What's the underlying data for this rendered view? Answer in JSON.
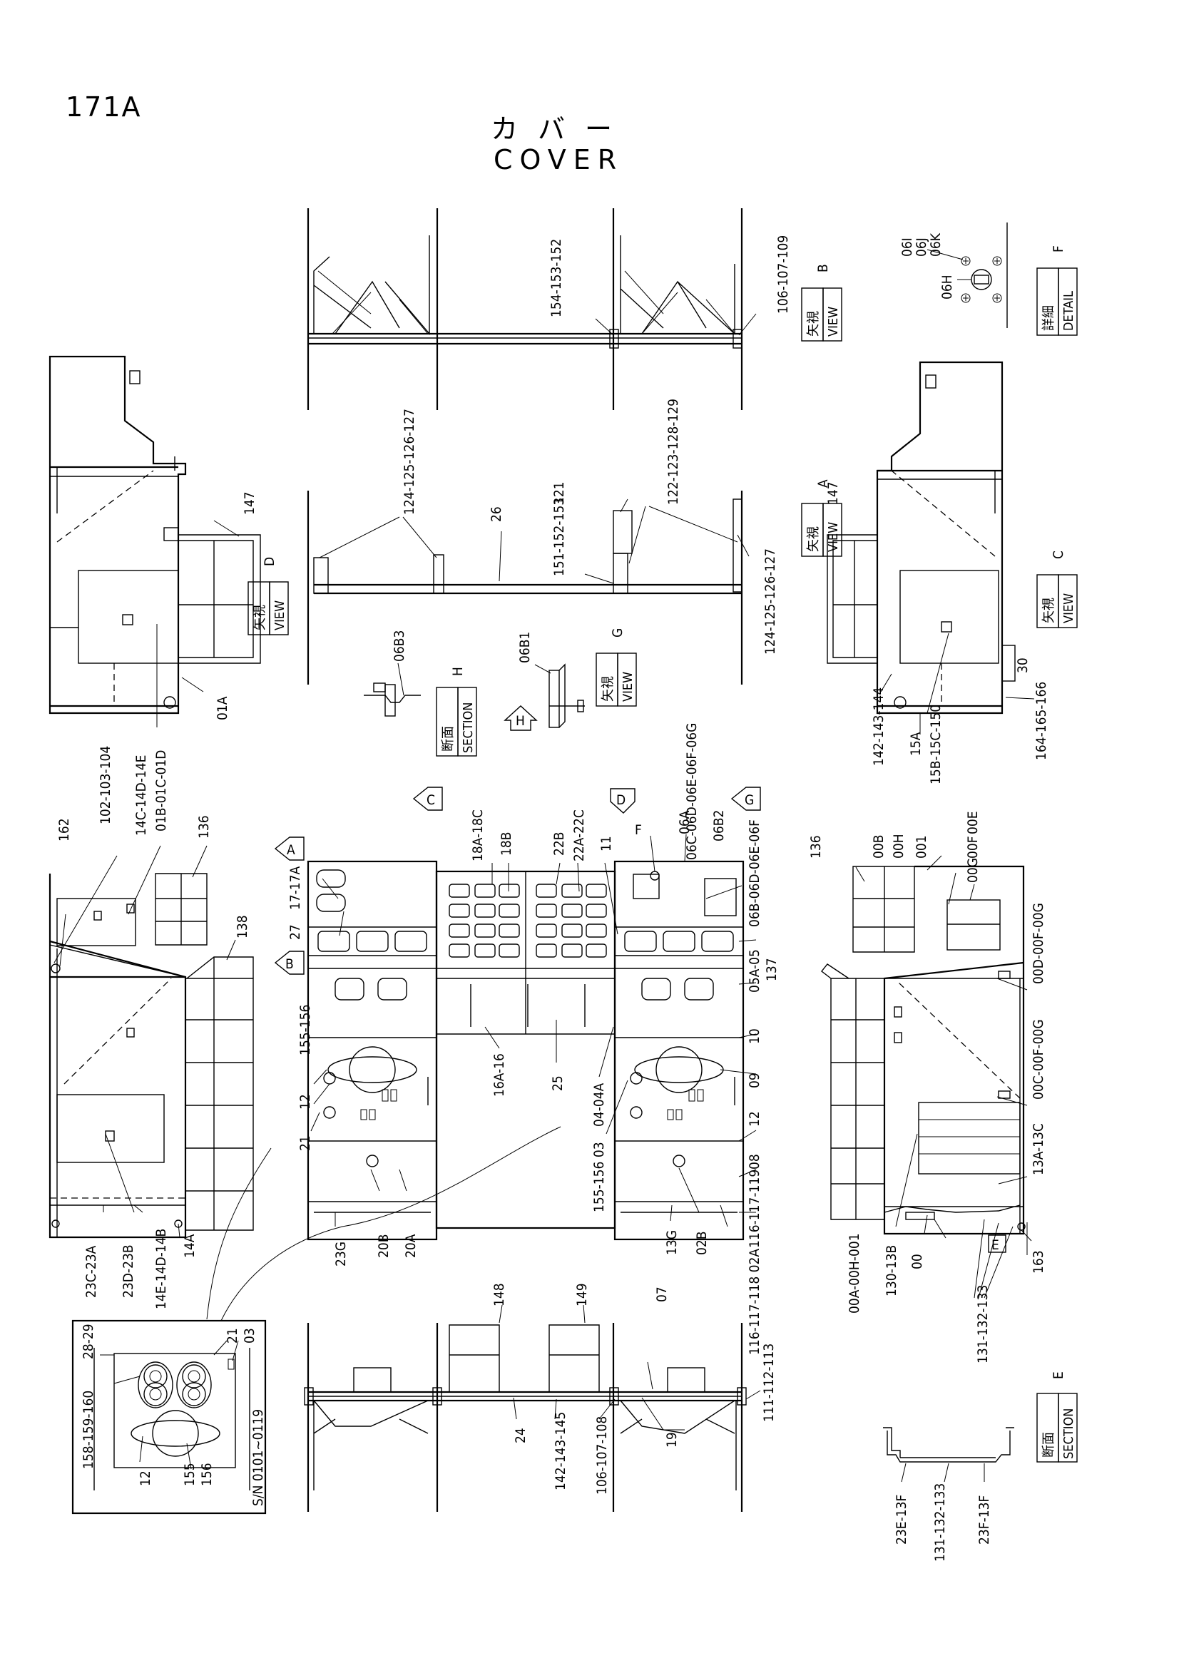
{
  "header": {
    "page_number": "171A",
    "title_jp": "カバー",
    "title_en": "COVER"
  },
  "views": {
    "view_a": {
      "jp": "矢視",
      "en": "VIEW",
      "letter": "A"
    },
    "view_b": {
      "jp": "矢視",
      "en": "VIEW",
      "letter": "B"
    },
    "view_c": {
      "jp": "矢視",
      "en": "VIEW",
      "letter": "C"
    },
    "view_d": {
      "jp": "矢視",
      "en": "VIEW",
      "letter": "D"
    },
    "view_g": {
      "jp": "矢視",
      "en": "VIEW",
      "letter": "G"
    },
    "section_h": {
      "jp": "断面",
      "en": "SECTION",
      "letter": "H"
    },
    "section_e": {
      "jp": "断面",
      "en": "SECTION",
      "letter": "E"
    },
    "detail_f": {
      "jp": "詳細",
      "en": "DETAIL",
      "letter": "F"
    }
  },
  "arrows": {
    "a": "A",
    "b": "B",
    "c": "C",
    "d": "D",
    "g": "G",
    "h": "H",
    "e": "E",
    "f": "F"
  },
  "serial": "S/N 0101~0119",
  "labels": {
    "l_154_153_152": "154-153-152",
    "l_106_107_109": "106-107-109",
    "l_06i": "06I",
    "l_06j": "06J",
    "l_06k": "06K",
    "l_06h": "06H",
    "l_124_125_126_127_a": "124-125-126-127",
    "l_26": "26",
    "l_121": "121",
    "l_122_123_128_129": "122-123-128-129",
    "l_151_152_153": "151-152-153",
    "l_124_125_126_127_b": "124-125-126-127",
    "l_147_left": "147",
    "l_01a": "01A",
    "l_01b": "01B-01C-01D",
    "l_147_right": "147",
    "l_30": "30",
    "l_142_143_144_r": "142-143-144",
    "l_15a": "15A",
    "l_15b": "15B-15C-150",
    "l_164": "164-165-166",
    "l_06b3": "06B3",
    "l_06b1": "06B1",
    "l_06c_g": "06C-06D-06E-06F-06G",
    "l_162": "162",
    "l_102": "102-103-104",
    "l_14c": "14C-14D-14E",
    "l_136_left": "136",
    "l_138": "138",
    "l_23c": "23C-23A",
    "l_23d": "23D-23B",
    "l_14e": "14E-14D-14B",
    "l_14a": "14A",
    "l_18a": "18A-18C",
    "l_18b": "18B",
    "l_22b": "22B",
    "l_22a": "22A-22C",
    "l_11": "11",
    "l_f": "F",
    "l_06a": "06A",
    "l_06b2": "06B2",
    "l_06b": "06B-06D-06E-06F",
    "l_17_17a": "17-17A",
    "l_27": "27",
    "l_05a": "05A-05",
    "l_137": "137",
    "l_10": "10",
    "l_09": "09",
    "l_12_right": "12",
    "l_08": "08",
    "l_155_156_l": "155-156",
    "l_12_left": "12",
    "l_21": "21",
    "l_16a": "16A-16",
    "l_25": "25",
    "l_04": "04-04A",
    "l_155_156_03": "155-156 03",
    "l_116_119": "116-117-119",
    "l_116_02a": "116-117-118 02A",
    "l_23g": "23G",
    "l_20b": "20B",
    "l_20a": "20A",
    "l_13g": "13G",
    "l_02b": "02B",
    "l_136_right": "136",
    "l_00b": "00B",
    "l_00h": "00H",
    "l_001": "001",
    "l_00e": "00E",
    "l_00f": "00F",
    "l_00g": "00G",
    "l_00d": "00D-00F-00G",
    "l_00c": "00C-00F-00G",
    "l_13a": "13A-13C",
    "l_163": "163",
    "l_00a": "00A-00H-001",
    "l_130": "130-13B",
    "l_00": "00",
    "l_131_a": "131-132-133",
    "l_28": "28-29",
    "l_158": "158-159-160",
    "l_21_inset": "21",
    "l_03_inset": "03",
    "l_12_inset": "12",
    "l_155_inset": "155",
    "l_156_inset": "156",
    "l_148": "148",
    "l_149": "149",
    "l_07": "07",
    "l_111": "111-112-113",
    "l_24": "24",
    "l_142_145": "142-143-145",
    "l_106_108": "106-107-108",
    "l_19": "19",
    "l_23e": "23E-13F",
    "l_131_b": "131-132-133",
    "l_23f": "23F-13F"
  }
}
